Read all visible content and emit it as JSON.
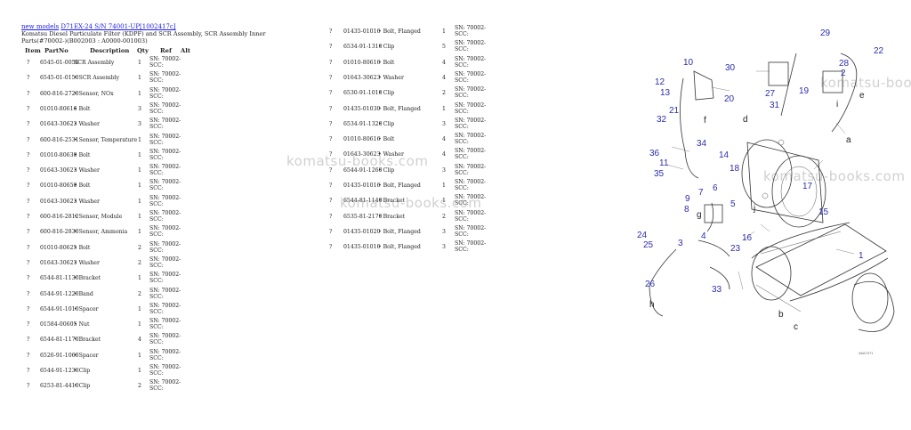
{
  "breadcrumb": {
    "link1": "new models",
    "link2": "D71EX-24 S/N 74001-UP[1002417c]"
  },
  "title": "Komatsu Diesel Particulate Filter (KDPF) and SCR Assembly, SCR Assembly Inner Parts(#70002-)(B002003 : A0000-001003)",
  "headers": {
    "item": "Item",
    "partno": "PartNo",
    "description": "Description",
    "qty": "Qty",
    "ref": "Ref",
    "alt": "Alt"
  },
  "left_parts": [
    {
      "item": "?",
      "partno": "6545-01-0050",
      "description": "SCR Assembly",
      "qty": "1",
      "sn": "SN: 70002-SCC:"
    },
    {
      "item": "?",
      "partno": "6545-01-0150",
      "description": "• SCR Assembly",
      "qty": "1",
      "sn": "SN: 70002-SCC:"
    },
    {
      "item": "?",
      "partno": "600-816-2720",
      "description": "• Sensor, NOx",
      "qty": "1",
      "sn": "SN: 70002-SCC:"
    },
    {
      "item": "?",
      "partno": "01010-80616",
      "description": "• Bolt",
      "qty": "3",
      "sn": "SN: 70002-SCC:"
    },
    {
      "item": "?",
      "partno": "01643-30623",
      "description": "• Washer",
      "qty": "3",
      "sn": "SN: 70002-SCC:"
    },
    {
      "item": "?",
      "partno": "600-816-2531",
      "description": "• Sensor, Temperature",
      "qty": "1",
      "sn": "SN: 70002-SCC:"
    },
    {
      "item": "?",
      "partno": "01010-80630",
      "description": "• Bolt",
      "qty": "1",
      "sn": "SN: 70002-SCC:"
    },
    {
      "item": "?",
      "partno": "01643-30623",
      "description": "• Washer",
      "qty": "1",
      "sn": "SN: 70002-SCC:"
    },
    {
      "item": "?",
      "partno": "01010-80650",
      "description": "• Bolt",
      "qty": "1",
      "sn": "SN: 70002-SCC:"
    },
    {
      "item": "?",
      "partno": "01643-30623",
      "description": "• Washer",
      "qty": "1",
      "sn": "SN: 70002-SCC:"
    },
    {
      "item": "?",
      "partno": "600-816-2812",
      "description": "• Sensor, Module",
      "qty": "1",
      "sn": "SN: 70002-SCC:"
    },
    {
      "item": "?",
      "partno": "600-816-2830",
      "description": "• Sensor, Ammonia",
      "qty": "1",
      "sn": "SN: 70002-SCC:"
    },
    {
      "item": "?",
      "partno": "01010-80625",
      "description": "• Bolt",
      "qty": "2",
      "sn": "SN: 70002-SCC:"
    },
    {
      "item": "?",
      "partno": "01643-30623",
      "description": "• Washer",
      "qty": "2",
      "sn": "SN: 70002-SCC:"
    },
    {
      "item": "?",
      "partno": "6544-81-1130",
      "description": "• Bracket",
      "qty": "1",
      "sn": "SN: 70002-SCC:"
    },
    {
      "item": "?",
      "partno": "6544-91-1220",
      "description": "• Band",
      "qty": "2",
      "sn": "SN: 70002-SCC:"
    },
    {
      "item": "?",
      "partno": "6544-91-1010",
      "description": "• Spacer",
      "qty": "1",
      "sn": "SN: 70002-SCC:"
    },
    {
      "item": "?",
      "partno": "01584-00605",
      "description": "• Nut",
      "qty": "1",
      "sn": "SN: 70002-SCC:"
    },
    {
      "item": "?",
      "partno": "6544-81-1170",
      "description": "• Bracket",
      "qty": "4",
      "sn": "SN: 70002-SCC:"
    },
    {
      "item": "?",
      "partno": "6526-91-1060",
      "description": "• Spacer",
      "qty": "1",
      "sn": "SN: 70002-SCC:"
    },
    {
      "item": "?",
      "partno": "6544-91-1230",
      "description": "• Clip",
      "qty": "1",
      "sn": "SN: 70002-SCC:"
    },
    {
      "item": "?",
      "partno": "6253-81-4410",
      "description": "• Clip",
      "qty": "2",
      "sn": "SN: 70002-SCC:"
    }
  ],
  "right_parts": [
    {
      "item": "?",
      "partno": "01435-01016",
      "description": "• Bolt, Flanged",
      "qty": "1",
      "sn": "SN: 70002-SCC:"
    },
    {
      "item": "?",
      "partno": "6534-91-1310",
      "description": "• Clip",
      "qty": "5",
      "sn": "SN: 70002-SCC:"
    },
    {
      "item": "?",
      "partno": "01010-80616",
      "description": "• Bolt",
      "qty": "4",
      "sn": "SN: 70002-SCC:"
    },
    {
      "item": "?",
      "partno": "01643-30623",
      "description": "• Washer",
      "qty": "4",
      "sn": "SN: 70002-SCC:"
    },
    {
      "item": "?",
      "partno": "6530-91-1010",
      "description": "• Clip",
      "qty": "2",
      "sn": "SN: 70002-SCC:"
    },
    {
      "item": "?",
      "partno": "01435-01030",
      "description": "• Bolt, Flanged",
      "qty": "1",
      "sn": "SN: 70002-SCC:"
    },
    {
      "item": "?",
      "partno": "6534-91-1320",
      "description": "• Clip",
      "qty": "3",
      "sn": "SN: 70002-SCC:"
    },
    {
      "item": "?",
      "partno": "01010-80616",
      "description": "• Bolt",
      "qty": "4",
      "sn": "SN: 70002-SCC:"
    },
    {
      "item": "?",
      "partno": "01643-30623",
      "description": "• Washer",
      "qty": "4",
      "sn": "SN: 70002-SCC:"
    },
    {
      "item": "?",
      "partno": "6544-91-1260",
      "description": "• Clip",
      "qty": "3",
      "sn": "SN: 70002-SCC:"
    },
    {
      "item": "?",
      "partno": "01435-01016",
      "description": "• Bolt, Flanged",
      "qty": "1",
      "sn": "SN: 70002-SCC:"
    },
    {
      "item": "?",
      "partno": "6544-81-1140",
      "description": "• Bracket",
      "qty": "1",
      "sn": "SN: 70002-SCC:"
    },
    {
      "item": "?",
      "partno": "6535-81-2170",
      "description": "• Bracket",
      "qty": "2",
      "sn": "SN: 70002-SCC:"
    },
    {
      "item": "?",
      "partno": "01435-01020",
      "description": "• Bolt, Flanged",
      "qty": "3",
      "sn": "SN: 70002-SCC:"
    },
    {
      "item": "?",
      "partno": "01435-01016",
      "description": "• Bolt, Flanged",
      "qty": "3",
      "sn": "SN: 70002-SCC:"
    }
  ],
  "watermark": "komatsu-books.com",
  "diagram": {
    "callouts": [
      "1",
      "2",
      "3",
      "4",
      "5",
      "6",
      "7",
      "8",
      "9",
      "10",
      "11",
      "12",
      "13",
      "14",
      "15",
      "16",
      "17",
      "18",
      "19",
      "20",
      "21",
      "22",
      "23",
      "24",
      "25",
      "26",
      "27",
      "28",
      "29",
      "30",
      "31",
      "32",
      "33",
      "34",
      "35",
      "36"
    ],
    "letters": [
      "a",
      "b",
      "c",
      "d",
      "e",
      "f",
      "g",
      "h",
      "i",
      "j"
    ],
    "image_code": "A6A7071"
  },
  "colors": {
    "link": "#1a1aee",
    "callout": "#2c2cb0",
    "watermark": "#787878"
  }
}
